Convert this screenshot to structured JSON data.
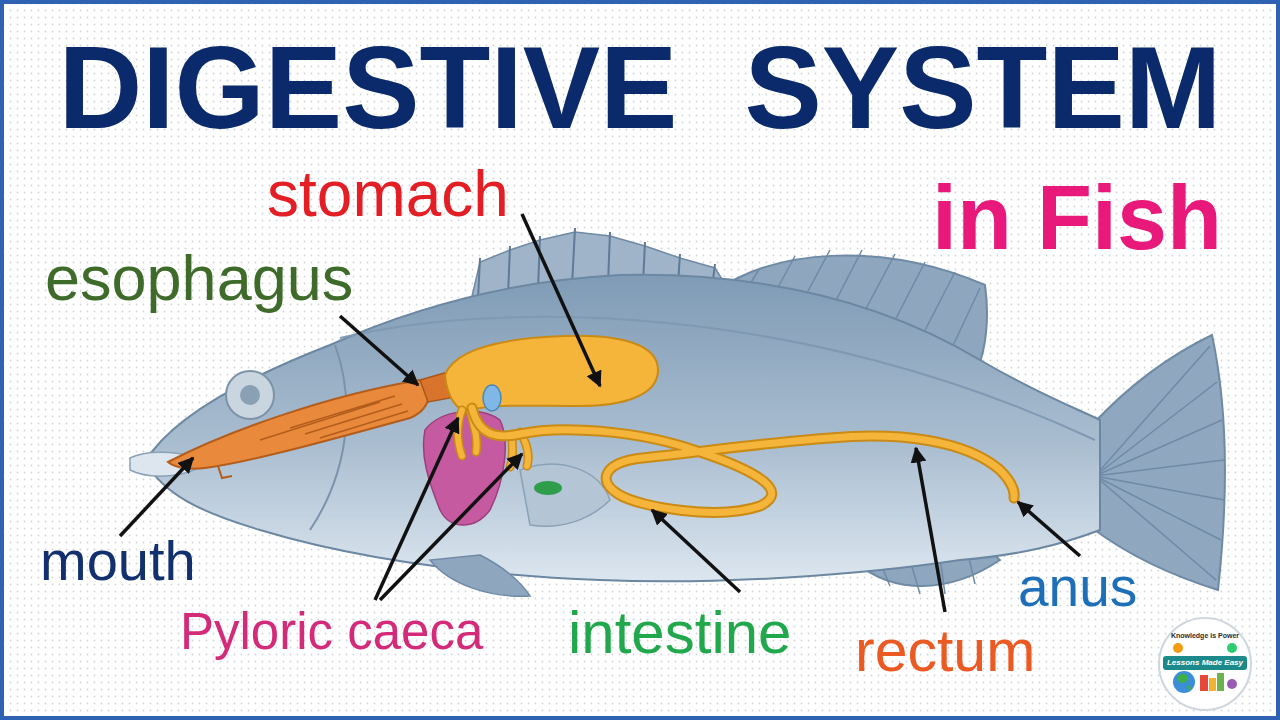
{
  "diagram": {
    "title": "DIGESTIVE SYSTEM",
    "labels": [
      "stomach",
      "in Fish",
      "esophagus",
      "mouth",
      "Pyloric caeca",
      "intestine",
      "rectum",
      "anus",
      "Knowledge is Power",
      "Lessons Made Easy"
    ]
  }
}
